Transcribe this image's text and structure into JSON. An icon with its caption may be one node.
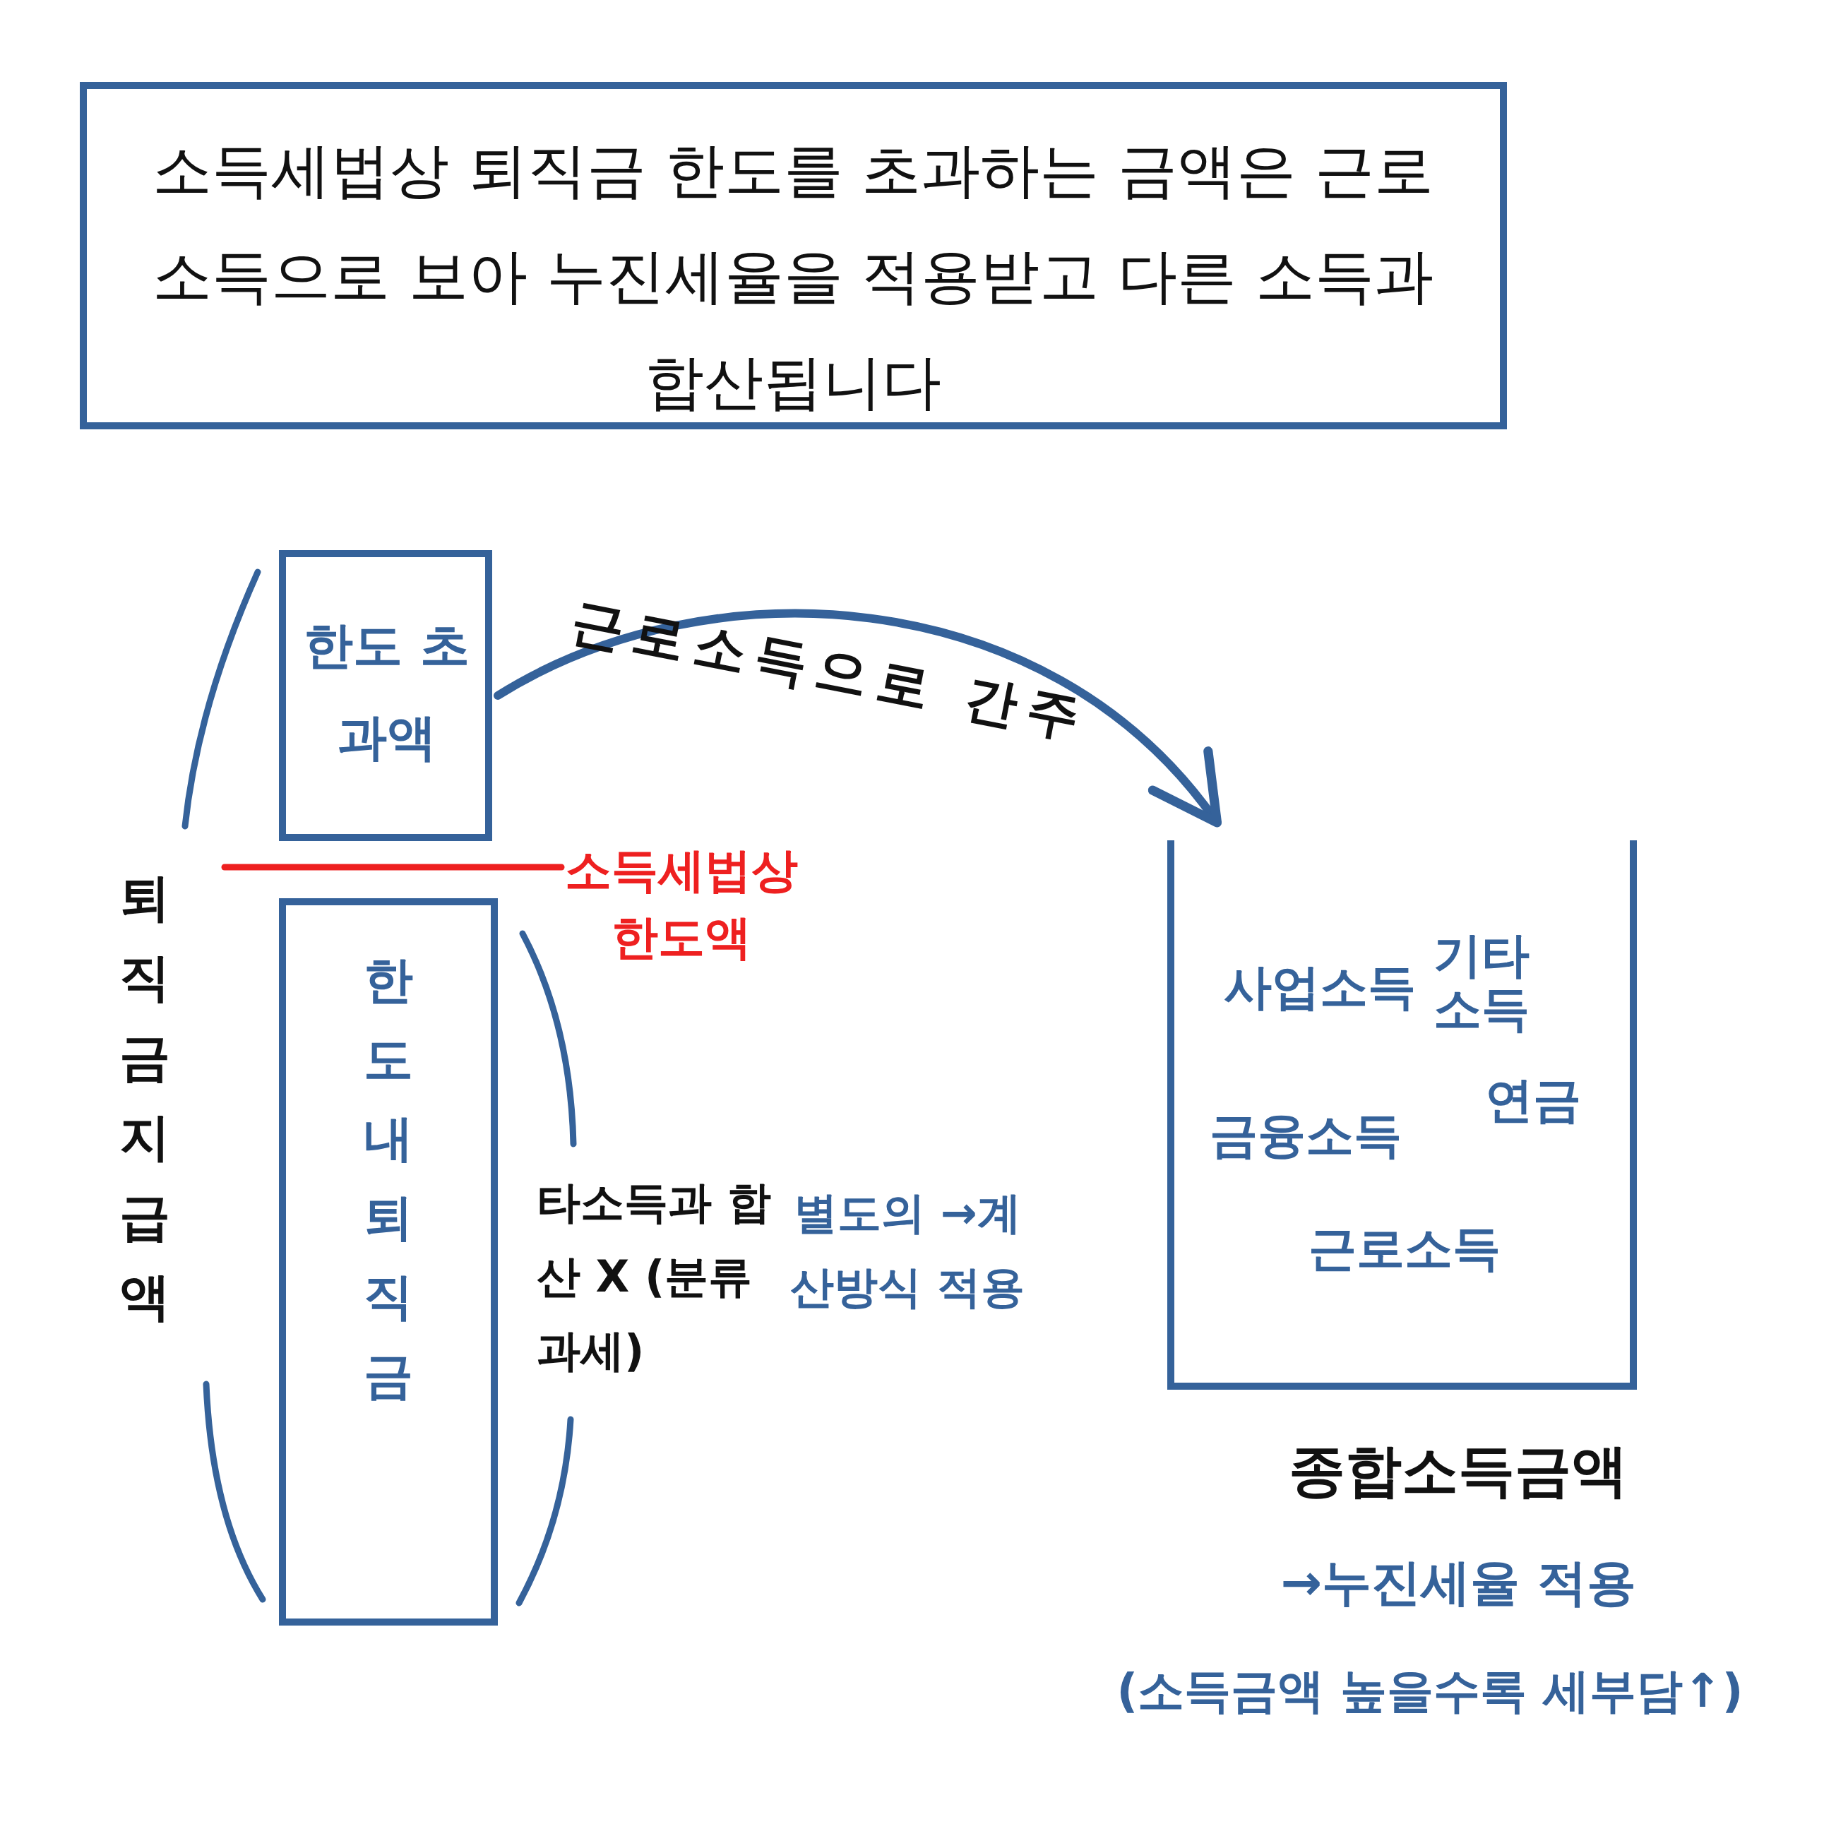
{
  "diagram": {
    "nodes": [
      {
        "text": [
          "소득세법상 퇴직금 한도를 초과하는 금액은 근로소득으로 보아 누진세율을 적용받고 다른 소득과 합산됩니다"
        ]
      },
      {
        "text": [
          "한도 초과액"
        ]
      },
      {
        "text": [
          "한도내 퇴직금"
        ],
        "beside": [
          "타소득과 합산 X (분류과세)"
        ]
      },
      {
        "text": [
          "사업소득",
          "기타 소득",
          "연금",
          "금융소득",
          "근로소득"
        ],
        "beside": [
          "종합소득금액",
          "→누진세율 적용",
          "(소득금액 높을수록 세부담↑)"
        ]
      }
    ],
    "edges": [
      {
        "from": 1,
        "to": 3,
        "arrow": "to",
        "label": "근로소득으로 간주"
      }
    ],
    "labels": [
      "퇴직금지급액",
      "소득세법상 한도액",
      "별도의 →계산방식 적용"
    ]
  }
}
